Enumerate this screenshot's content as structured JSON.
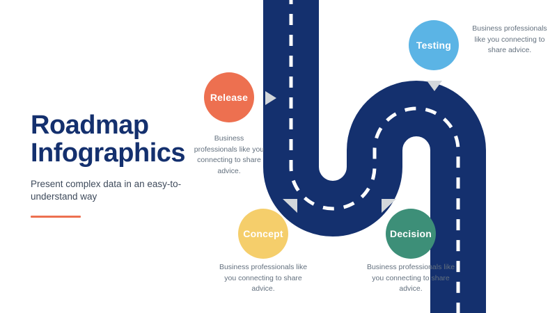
{
  "header": {
    "title_line1": "Roadmap",
    "title_line2": "Infographics",
    "subtitle": "Present complex data in an easy-to-understand way"
  },
  "colors": {
    "title": "#14306E",
    "road": "#14306E",
    "road_dash": "#FFFFFF",
    "accent_rule": "#ED7050",
    "marker_triangle": "#D3D7DB",
    "release": "#ED7050",
    "testing": "#5BB4E5",
    "concept": "#F5CE6B",
    "decision": "#3D8F78",
    "description_text": "#63707E",
    "background": "#FFFFFF"
  },
  "milestones": [
    {
      "id": "release",
      "label": "Release",
      "color": "#ED7050",
      "description": "Business professionals like you connecting to share advice.",
      "marker": "triangle-right-icon"
    },
    {
      "id": "testing",
      "label": "Testing",
      "color": "#5BB4E5",
      "description": "Business professionals like you connecting to share advice.",
      "marker": "triangle-down-icon"
    },
    {
      "id": "concept",
      "label": "Concept",
      "color": "#F5CE6B",
      "description": "Business professionals like you connecting to share advice.",
      "marker": "triangle-down-left-icon"
    },
    {
      "id": "decision",
      "label": "Decision",
      "color": "#3D8F78",
      "description": "Business professionals like you connecting to share advice.",
      "marker": "triangle-down-left-icon"
    }
  ]
}
